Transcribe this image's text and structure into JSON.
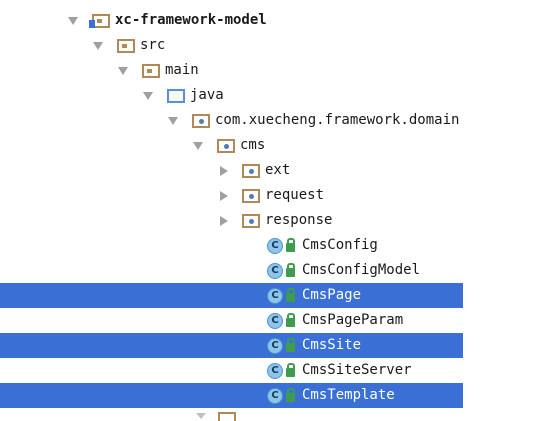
{
  "tree": {
    "rows": [
      {
        "label": "xc-framework-model",
        "icon": "module-folder-icon",
        "expand": "expanded",
        "selected": false
      },
      {
        "label": "src",
        "icon": "folder-icon",
        "expand": "expanded",
        "selected": false
      },
      {
        "label": "main",
        "icon": "folder-icon",
        "expand": "expanded",
        "selected": false
      },
      {
        "label": "java",
        "icon": "source-root-folder-icon",
        "expand": "expanded",
        "selected": false
      },
      {
        "label": "com.xuecheng.framework.domain",
        "icon": "package-icon",
        "expand": "expanded",
        "selected": false
      },
      {
        "label": "cms",
        "icon": "package-icon",
        "expand": "expanded",
        "selected": false
      },
      {
        "label": "ext",
        "icon": "package-icon",
        "expand": "collapsed",
        "selected": false
      },
      {
        "label": "request",
        "icon": "package-icon",
        "expand": "collapsed",
        "selected": false
      },
      {
        "label": "response",
        "icon": "package-icon",
        "expand": "collapsed",
        "selected": false
      },
      {
        "label": "CmsConfig",
        "icon": "class-icon",
        "expand": "none",
        "selected": false
      },
      {
        "label": "CmsConfigModel",
        "icon": "class-icon",
        "expand": "none",
        "selected": false
      },
      {
        "label": "CmsPage",
        "icon": "class-icon",
        "expand": "none",
        "selected": true
      },
      {
        "label": "CmsPageParam",
        "icon": "class-icon",
        "expand": "none",
        "selected": false
      },
      {
        "label": "CmsSite",
        "icon": "class-icon",
        "expand": "none",
        "selected": true
      },
      {
        "label": "CmsSiteServer",
        "icon": "class-icon",
        "expand": "none",
        "selected": false
      },
      {
        "label": "CmsTemplate",
        "icon": "class-icon",
        "expand": "none",
        "selected": true
      }
    ],
    "class_icon_letter": "C",
    "colors": {
      "selection": "#3a6fd6",
      "folder": "#b0895a",
      "source_root": "#5a8ed6",
      "class_icon": "#8fc3e8",
      "lock": "#3e9c4f"
    }
  }
}
